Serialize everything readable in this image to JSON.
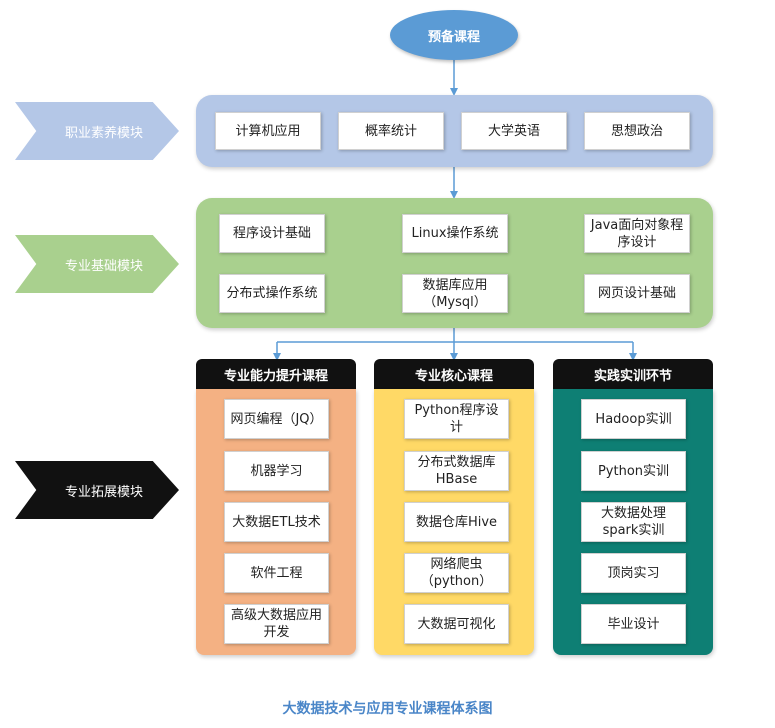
{
  "top": {
    "label": "预备课程"
  },
  "modules": [
    {
      "label": "职业素养模块",
      "color": "#b4c7e7"
    },
    {
      "label": "专业基础模块",
      "color": "#a9d08e"
    },
    {
      "label": "专业拓展模块",
      "color": "#111111"
    }
  ],
  "literacy_courses": [
    "计算机应用",
    "概率统计",
    "大学英语",
    "思想政治"
  ],
  "foundation_courses": [
    "程序设计基础",
    "Linux操作系统",
    "Java面向对象程序设计",
    "分布式操作系统",
    "数据库应用（Mysql）",
    "网页设计基础"
  ],
  "columns": [
    {
      "title": "专业能力提升课程",
      "color": "#f4b183",
      "items": [
        "网页编程（JQ）",
        "机器学习",
        "大数据ETL技术",
        "软件工程",
        "高级大数据应用开发"
      ]
    },
    {
      "title": "专业核心课程",
      "color": "#ffd966",
      "items": [
        "Python程序设计",
        "分布式数据库HBase",
        "数据仓库Hive",
        "网络爬虫（python）",
        "大数据可视化"
      ]
    },
    {
      "title": "实践实训环节",
      "color": "#0e7f74",
      "items": [
        "Hadoop实训",
        "Python实训",
        "大数据处理spark实训",
        "顶岗实习",
        "毕业设计"
      ]
    }
  ],
  "caption": "大数据技术与应用专业课程体系图",
  "arrow_color": "#5b9bd5"
}
